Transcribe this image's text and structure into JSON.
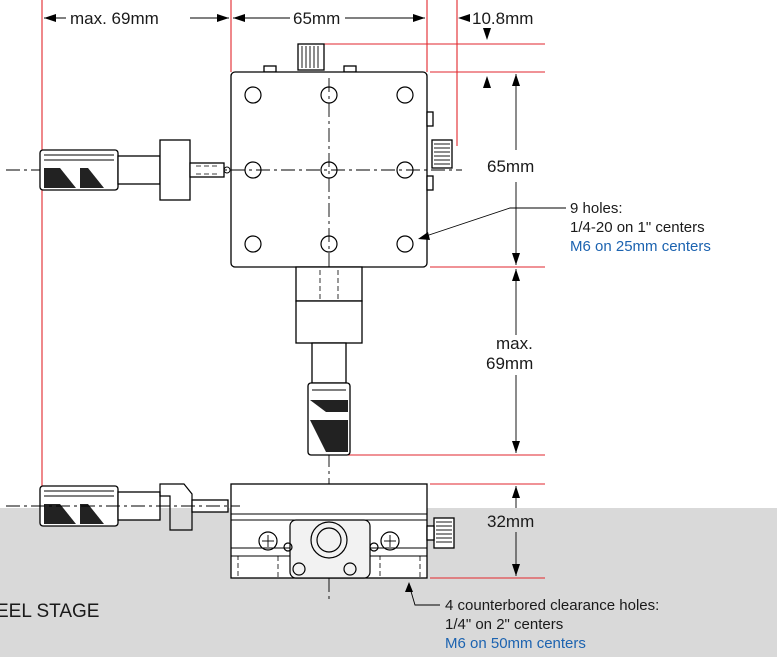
{
  "dimensions": {
    "top_left": "max. 69mm",
    "top_mid": "65mm",
    "top_right": "10.8mm",
    "right_upper": "65mm",
    "right_travel_line1": "max.",
    "right_travel_line2": "69mm",
    "right_height": "32mm"
  },
  "notes": {
    "holes_top": {
      "line1": "9 holes:",
      "line2": "1/4-20 on 1\" centers",
      "line3": "M6 on 25mm centers"
    },
    "holes_bottom": {
      "line1": "4 counterbored clearance holes:",
      "line2": "1/4\" on 2\" centers",
      "line3": "M6 on 50mm centers"
    }
  },
  "title": "EEL STAGE",
  "colors": {
    "dimension_line": "#e2262c",
    "metric_text": "#1c63b0",
    "band": "#d9d9d9"
  }
}
